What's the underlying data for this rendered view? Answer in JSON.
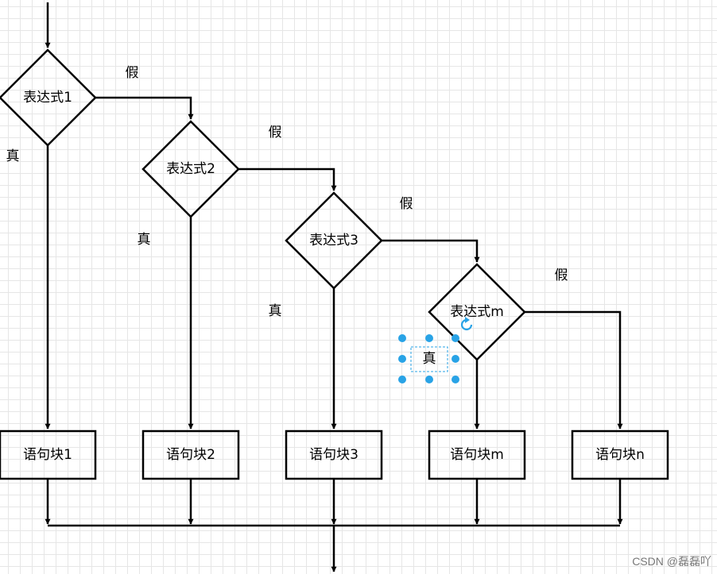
{
  "diagram": {
    "conditions": [
      "表达式1",
      "表达式2",
      "表达式3",
      "表达式m"
    ],
    "blocks": [
      "语句块1",
      "语句块2",
      "语句块3",
      "语句块m",
      "语句块n"
    ],
    "true_label": "真",
    "false_label": "假",
    "selected_label": "真"
  },
  "watermark": "CSDN @磊磊吖",
  "colors": {
    "stroke": "#000000",
    "grid": "#e6e6e6",
    "selection": "#29a3e6"
  },
  "icons": {
    "rotate": "rotate-handle-icon"
  }
}
